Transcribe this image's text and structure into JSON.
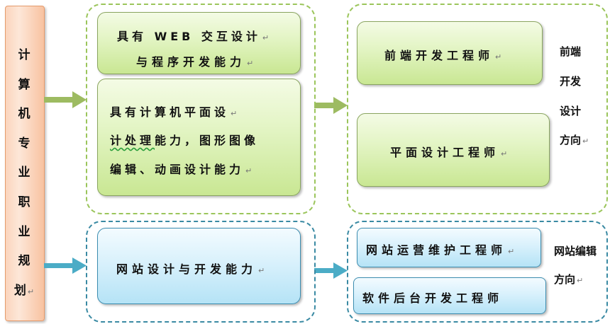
{
  "career": {
    "left_title_chars": [
      "计",
      "算",
      "机",
      "专",
      "业",
      "职",
      "业",
      "规",
      "划"
    ],
    "ret_mark": "↵",
    "upper": {
      "web_line1": "具有 WEB 交互设计",
      "web_line2": "与程序开发能力",
      "graphic_line1": "具有计算机平面设",
      "graphic_line2a": "计处理",
      "graphic_line2b": "能力，图形图像",
      "graphic_line3": "编辑、动画设计能力",
      "frontend": "前端开发工程师",
      "graphic_eng": "平面设计工程师",
      "side_label": [
        "前端",
        "开发",
        "设计",
        "方向"
      ]
    },
    "lower": {
      "site": "网站设计与开发能力",
      "ops": "网站运营维护工程师",
      "backend": "软件后台开发工程师",
      "side_label": [
        "网站编辑",
        "方向"
      ]
    }
  }
}
